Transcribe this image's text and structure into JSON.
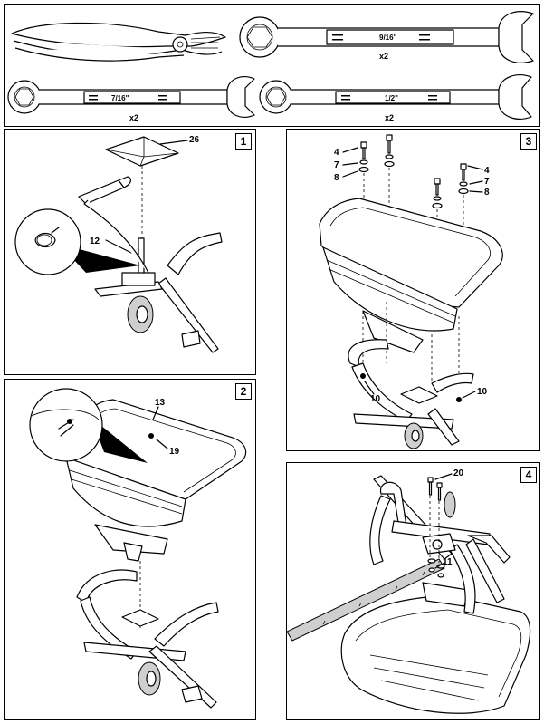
{
  "tools": [
    {
      "name": "pliers",
      "size": "",
      "qty": ""
    },
    {
      "name": "combination-wrench",
      "size": "9/16\"",
      "qty": "x2"
    },
    {
      "name": "combination-wrench",
      "size": "7/16\"",
      "qty": "x2"
    },
    {
      "name": "combination-wrench",
      "size": "1/2\"",
      "qty": "x2"
    }
  ],
  "steps": [
    {
      "number": "1",
      "callouts": [
        "26",
        "12"
      ]
    },
    {
      "number": "2",
      "callouts": [
        "13",
        "19"
      ]
    },
    {
      "number": "3",
      "callouts": [
        "4",
        "7",
        "8",
        "4",
        "7",
        "8",
        "10",
        "10"
      ]
    },
    {
      "number": "4",
      "callouts": [
        "20",
        "11"
      ]
    }
  ],
  "icons": [
    "pliers-icon",
    "wrench-icon",
    "cotter-pin-icon",
    "bolt-icon",
    "hopper-icon",
    "frame-icon",
    "wheel-icon",
    "gearbox-icon",
    "spreader-plate-icon",
    "tow-bar-icon"
  ]
}
